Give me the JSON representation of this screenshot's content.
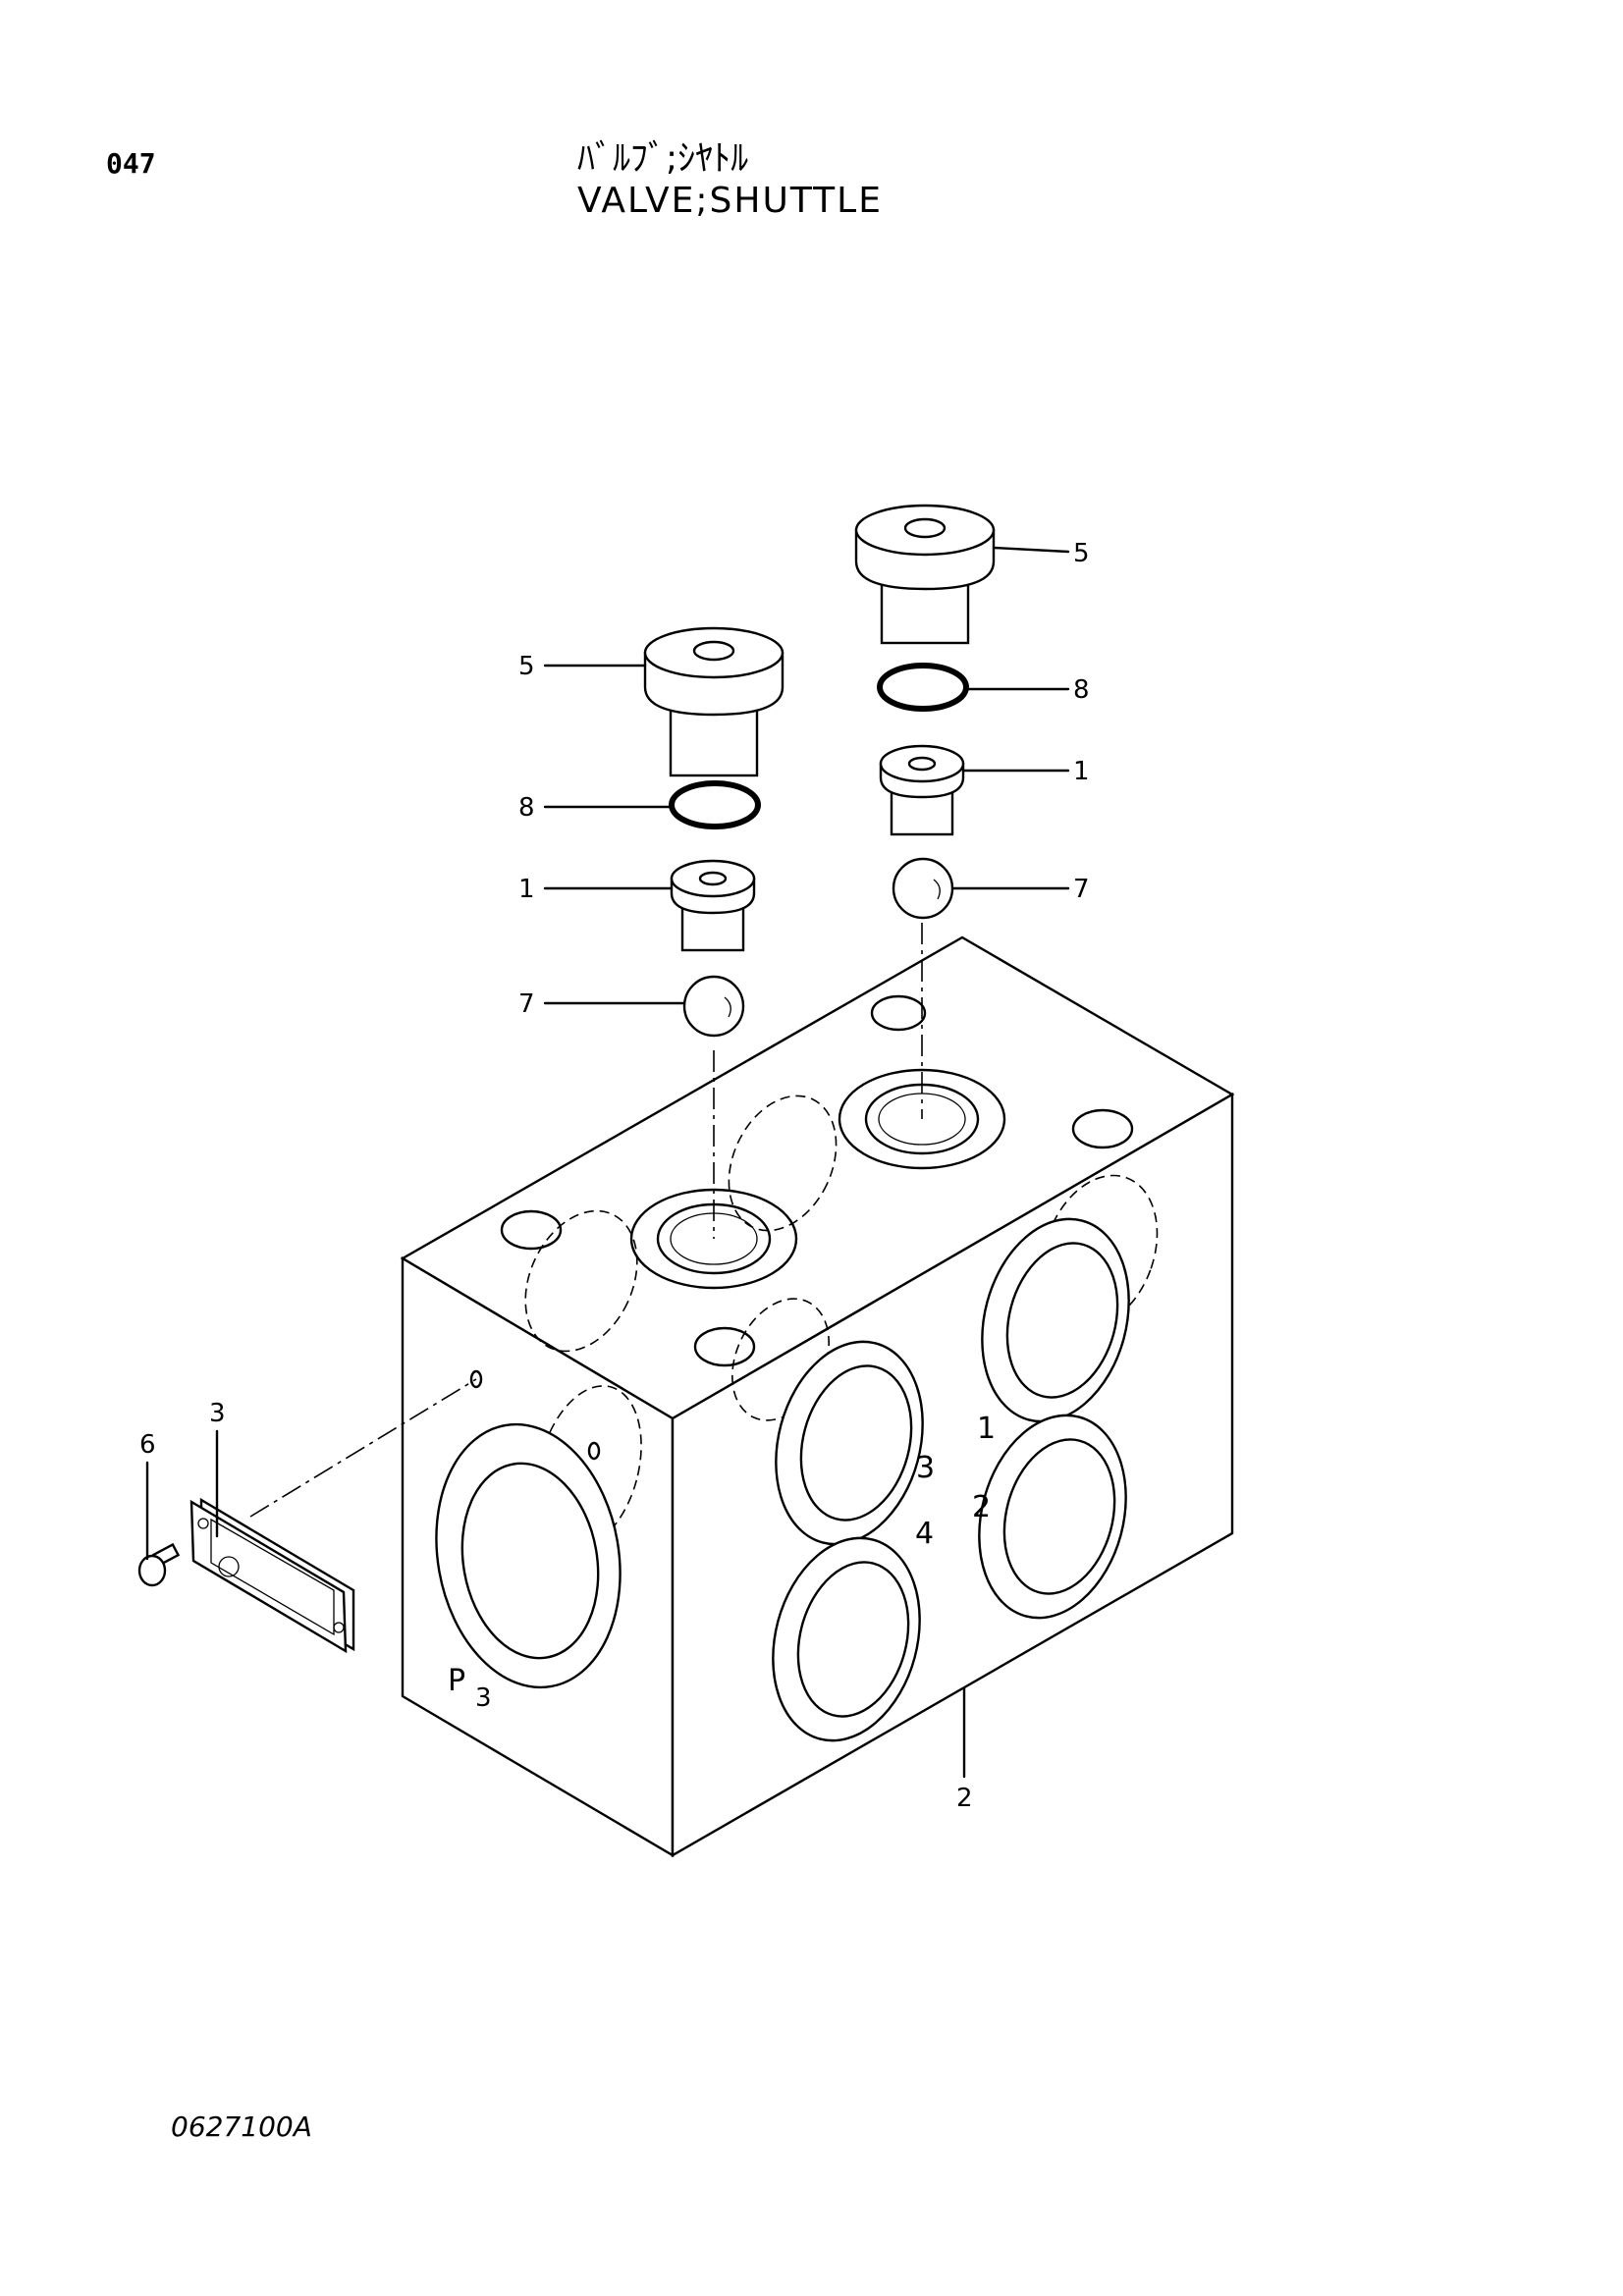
{
  "header": {
    "page_number": "047",
    "title_jp": "ﾊﾞﾙﾌﾞ;ｼﾔﾄﾙ",
    "title_en": "VALVE;SHUTTLE"
  },
  "footer": {
    "drawing_code": "0627100A"
  },
  "callouts": [
    "5",
    "8",
    "1",
    "7",
    "5",
    "8",
    "1",
    "7",
    "2",
    "3",
    "6"
  ],
  "port_labels": [
    "1",
    "2",
    "3",
    "4",
    "P",
    "3"
  ]
}
